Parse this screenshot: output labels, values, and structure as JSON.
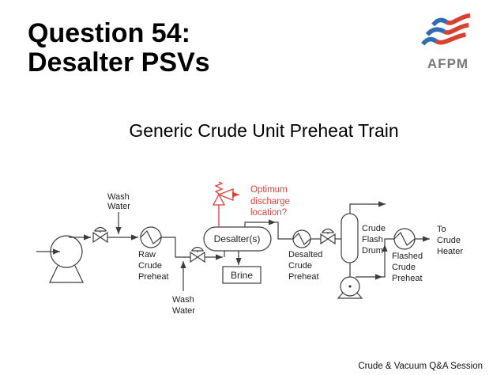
{
  "slide": {
    "title_line1": "Question 54:",
    "title_line2": "Desalter PSVs",
    "subtitle": "Generic Crude Unit Preheat Train",
    "footer": "Crude & Vacuum Q&A Session"
  },
  "logo": {
    "text": "AFPM",
    "blue": "#2e6db4",
    "red": "#d8402f",
    "text_color": "#77787b"
  },
  "colors": {
    "line": "#3d3d3d",
    "text": "#1d1d1d",
    "annotation_red": "#d9423b"
  },
  "diagram": {
    "annotation": {
      "lines": [
        "Optimum",
        "discharge",
        "location?"
      ]
    },
    "labels": {
      "wash_water_top": [
        "Wash",
        "Water"
      ],
      "wash_water_bottom": [
        "Wash",
        "Water"
      ],
      "raw_crude_preheat": [
        "Raw",
        "Crude",
        "Preheat"
      ],
      "desalter": "Desalter(s)",
      "brine": "Brine",
      "desalted_crude_preheat": [
        "Desalted",
        "Crude",
        "Preheat"
      ],
      "crude_flash_drum": [
        "Crude",
        "Flash",
        "Drum"
      ],
      "flashed_crude_preheat": [
        "Flashed",
        "Crude",
        "Preheat"
      ],
      "to_crude_heater": [
        "To",
        "Crude",
        "Heater"
      ]
    }
  }
}
